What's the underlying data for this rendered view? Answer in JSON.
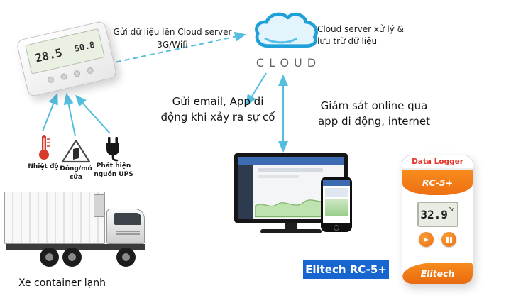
{
  "recorder": {
    "reading_left": "28.5",
    "reading_right": "50.8"
  },
  "flow": {
    "upload_label": "Gửi dữ liệu lên Cloud server 3G/Wifi",
    "alert_label": "Gửi email, App di động khi xảy ra sự cố",
    "monitor_label": "Giám sát online qua app di động, internet"
  },
  "cloud": {
    "name": "CLOUD",
    "description": "Cloud server xử lý & lưu trữ dữ liệu"
  },
  "sensors": [
    {
      "label": "Nhiệt độ"
    },
    {
      "label": "Đóng/mở cửa"
    },
    {
      "label": "Phát hiện nguồn UPS"
    }
  ],
  "truck": {
    "caption": "Xe container lạnh"
  },
  "badge": {
    "label": "Elitech RC-5+"
  },
  "logger": {
    "header": "Data Logger",
    "model": "RC-5+",
    "reading": "32.9",
    "unit": "°c",
    "brand": "Elitech"
  },
  "icons": {
    "play": "▶"
  },
  "colors": {
    "arrow": "#54bede",
    "orange": "#ee6f12",
    "badge_blue": "#1766cf",
    "logger_red": "#e8342a"
  }
}
